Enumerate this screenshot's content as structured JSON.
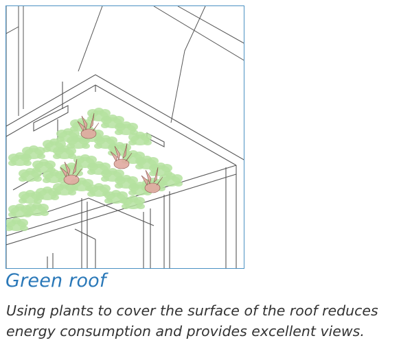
{
  "caption": {
    "title": "Green roof",
    "description_lines": [
      "Using plants to cover the surface of the roof reduces",
      "energy consumption and provides excellent views."
    ]
  },
  "illustration": {
    "style": "axonometric line drawing",
    "colors": {
      "frame_border": "#4a90c2",
      "line": "#555555",
      "foliage": "#b5e2a0",
      "flower": "#e0a9a0",
      "title": "#2a78b8",
      "body_text": "#333333"
    }
  }
}
